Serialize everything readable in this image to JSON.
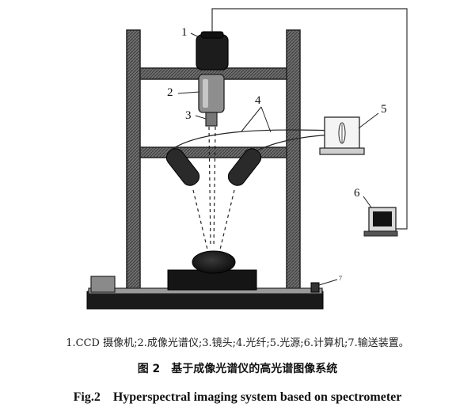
{
  "labels": {
    "ccd": "1",
    "imaging_spectrometer": "2",
    "lens": "3",
    "fiber": "4",
    "light_source": "5",
    "computer": "6",
    "conveyor": "7"
  },
  "legend": "1.CCD 摄像机;2.成像光谱仪;3.镜头;4.光纤;5.光源;6.计算机;7.输送装置。",
  "caption_cn": "图 2　基于成像光谱仪的高光谱图像系统",
  "caption_en": "Fig.2　Hyperspectral imaging system based on spectrometer"
}
